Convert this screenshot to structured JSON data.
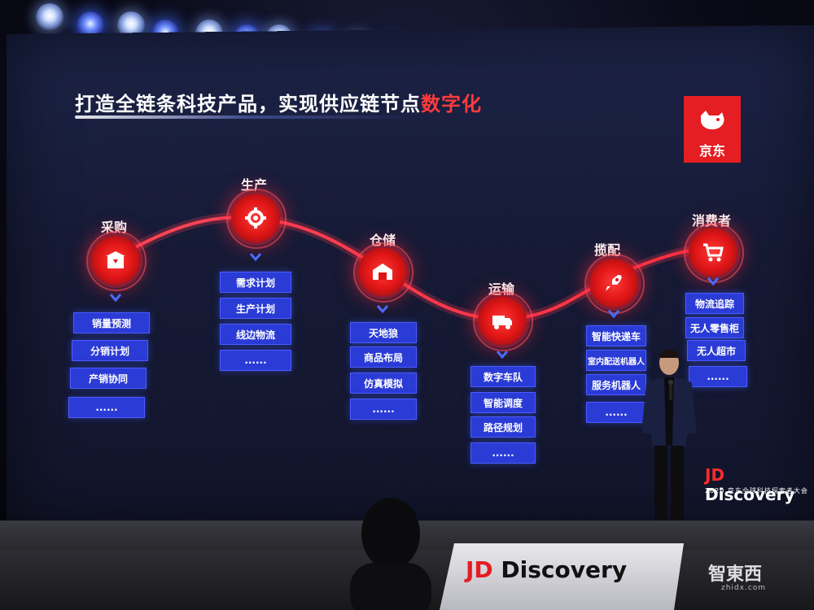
{
  "slide": {
    "title_main": "打造全链条科技产品，实现供应链节点",
    "title_highlight": "数字化",
    "logo_text": "京东",
    "stages": [
      {
        "label": "采购",
        "icon": "box-icon",
        "items": [
          "销量预测",
          "分销计划",
          "产销协同",
          "......"
        ]
      },
      {
        "label": "生产",
        "icon": "gear-icon",
        "items": [
          "需求计划",
          "生产计划",
          "线边物流",
          "......"
        ]
      },
      {
        "label": "仓储",
        "icon": "warehouse-icon",
        "items": [
          "天地狼",
          "商品布局",
          "仿真模拟",
          "......"
        ]
      },
      {
        "label": "运输",
        "icon": "truck-icon",
        "items": [
          "数字车队",
          "智能调度",
          "路径规划",
          "......"
        ]
      },
      {
        "label": "揽配",
        "icon": "rocket-icon",
        "items": [
          "智能快递车",
          "室内配送机器人",
          "服务机器人",
          "......"
        ]
      },
      {
        "label": "消费者",
        "icon": "cart-icon",
        "items": [
          "物流追踪",
          "无人零售柜",
          "无人超市",
          "......"
        ]
      }
    ],
    "brand": {
      "jd": "JD",
      "d": "D",
      "rest": "iscovery",
      "subtitle": "2020 京东全球科技探索者大会"
    }
  },
  "floor_sign": {
    "jd": "JD",
    "d": "D",
    "rest": "iscovery"
  },
  "watermark": {
    "main": "智東西",
    "sub": "zhidx.com"
  },
  "colors": {
    "accent_red": "#e41e23",
    "box_blue": "#2a3bd6",
    "screen_bg": "#161a35"
  }
}
